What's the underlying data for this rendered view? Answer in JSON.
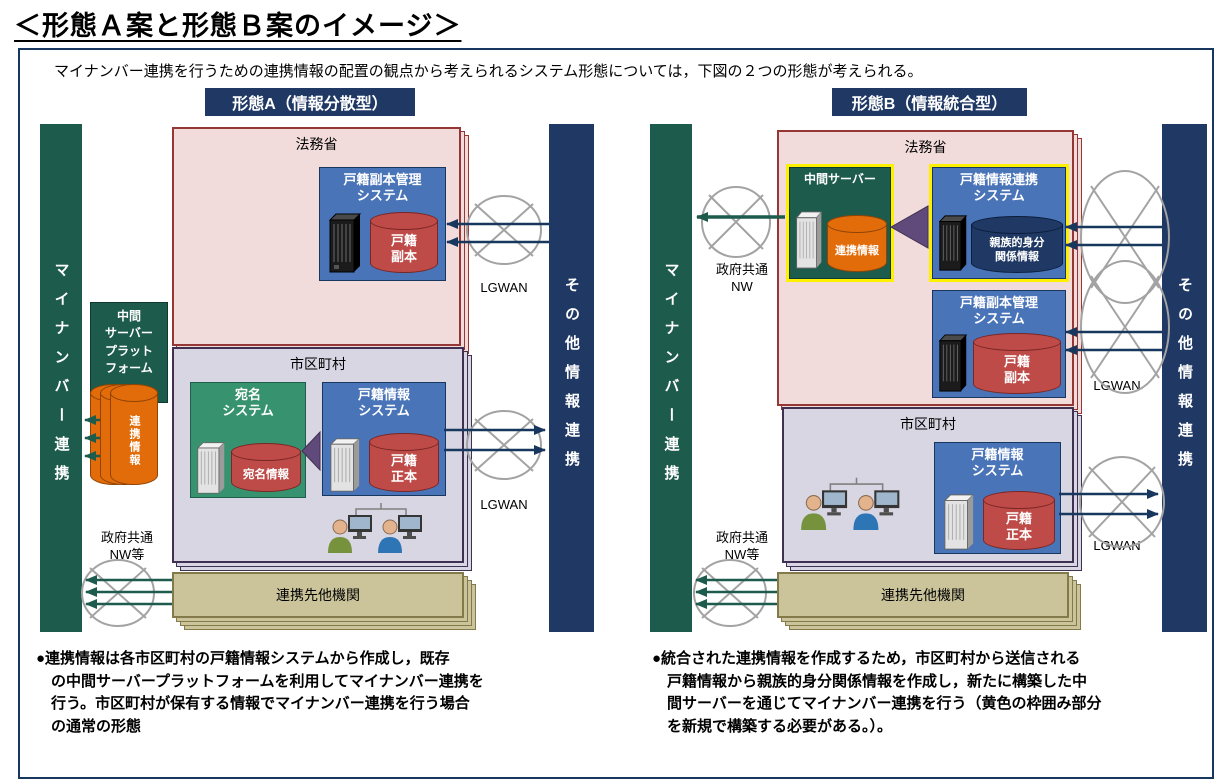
{
  "title": "＜形態Ａ案と形態Ｂ案のイメージ＞",
  "intro": "マイナンバー連携を行うための連携情報の配置の観点から考えられるシステム形態については，下図の２つの形態が考えられる。",
  "colors": {
    "navy": "#1F3864",
    "dark_green": "#1D5B4C",
    "pink_box": "#F2DCDB",
    "pink_border": "#953735",
    "blue_box": "#4A74B8",
    "green_box": "#37936F",
    "lavender_box": "#D9D6E4",
    "tan_box": "#CBC49B",
    "red_cylinder": "#BE4B48",
    "orange_cylinder": "#E36C0A",
    "yellow_highlight": "#FFF000",
    "purple_arrow": "#604A7B"
  },
  "icons": {
    "network": "crossed-ellipse-network",
    "server": "server-tower",
    "users": "people-at-desks",
    "database": "cylinder"
  },
  "a": {
    "header": "形態A（情報分散型）",
    "bar_left": "マイナンバー連携",
    "bar_right": "その他情報連携",
    "ministry": "法務省",
    "fukuhon_sys": "戸籍副本管理\nシステム",
    "fukuhon_cyl": "戸籍\n副本",
    "lgwan_top": "LGWAN",
    "chukan": "中間\nサーバー\nプラット\nフォーム",
    "renkei_cyl": "連携情報",
    "city": "市区町村",
    "atena_sys": "宛名\nシステム",
    "atena_cyl": "宛名情報",
    "koseki_sys": "戸籍情報\nシステム",
    "koseki_cyl": "戸籍\n正本",
    "lgwan_bottom": "LGWAN",
    "gov_nw": "政府共通\nNW等",
    "partner": "連携先他機関",
    "note": "●連携情報は各市区町村の戸籍情報システムから作成し，既存\nの中間サーバープラットフォームを利用してマイナンバー連携を\n行う。市区町村が保有する情報でマイナンバー連携を行う場合\nの通常の形態"
  },
  "b": {
    "header": "形態B（情報統合型）",
    "bar_left": "マイナンバー連携",
    "bar_right": "その他情報連携",
    "ministry": "法務省",
    "chukan_sys": "中間サーバー",
    "renkei_cyl": "連携情報",
    "renkei_sys": "戸籍情報連携\nシステム",
    "shinzoku_cyl": "親族的身分\n関係情報",
    "fukuhon_sys": "戸籍副本管理\nシステム",
    "fukuhon_cyl": "戸籍\n副本",
    "gov_nw_top": "政府共通\nNW",
    "lgwan_top": "LGWAN",
    "city": "市区町村",
    "koseki_sys": "戸籍情報\nシステム",
    "koseki_cyl": "戸籍\n正本",
    "lgwan_bottom": "LGWAN",
    "gov_nw": "政府共通\nNW等",
    "partner": "連携先他機関",
    "note": "●統合された連携情報を作成するため，市区町村から送信される\n戸籍情報から親族的身分関係情報を作成し，新たに構築した中\n間サーバーを通じてマイナンバー連携を行う（黄色の枠囲み部分\nを新規で構築する必要がある。）。"
  }
}
